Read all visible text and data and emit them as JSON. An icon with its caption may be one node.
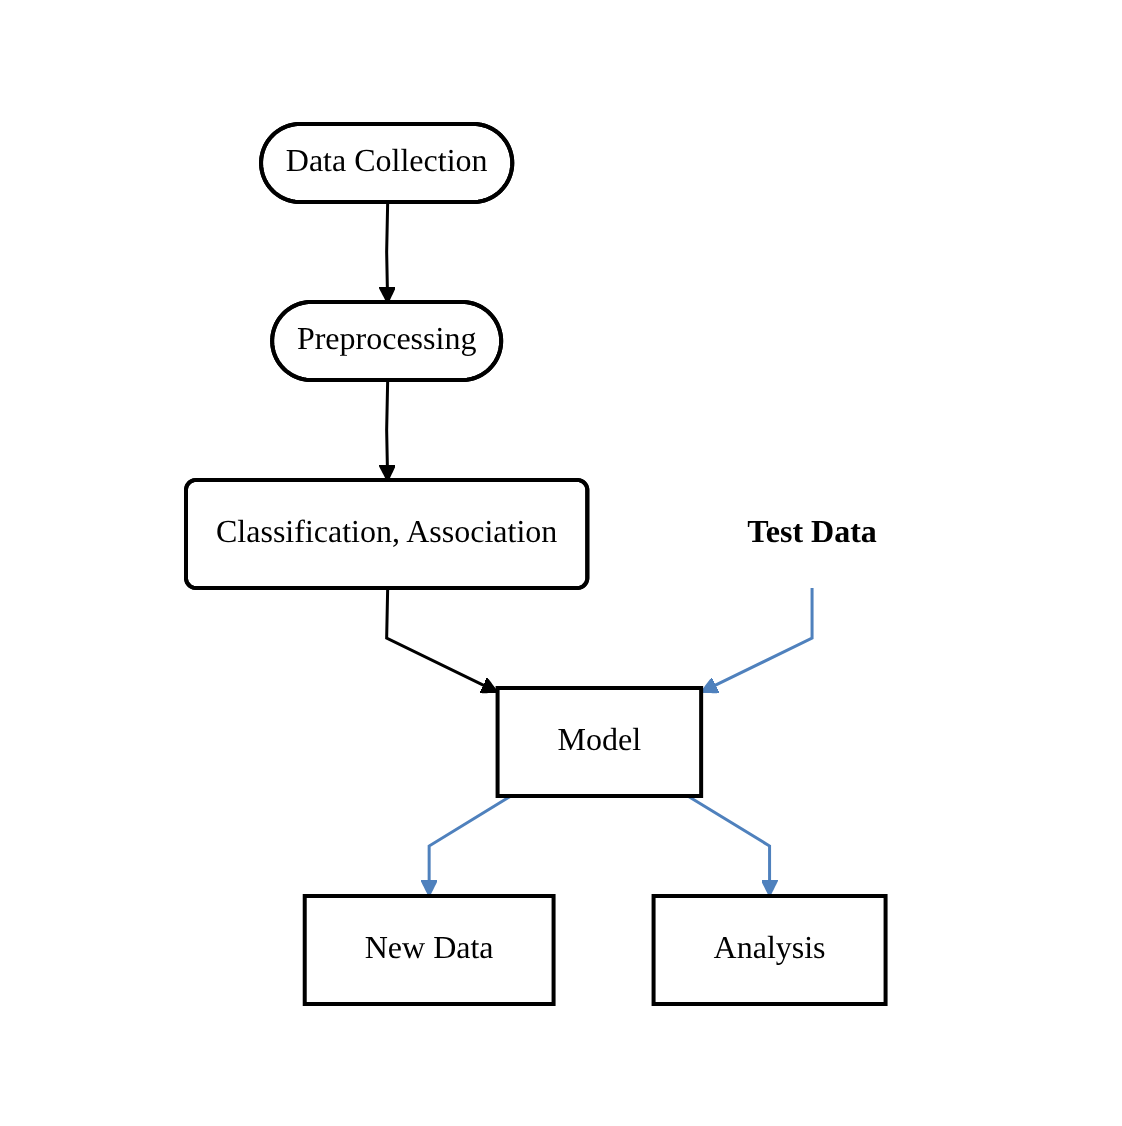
{
  "diagram": {
    "nodes": [
      {
        "text": [
          "Data Collection"
        ]
      },
      {
        "text": [
          "Preprocessing"
        ]
      },
      {
        "text": [
          "Classification, Association"
        ]
      },
      {
        "text": [
          "Test Data"
        ]
      },
      {
        "text": [
          "Model"
        ]
      },
      {
        "text": [
          "New Data"
        ]
      },
      {
        "text": [
          "Analysis"
        ]
      }
    ],
    "edges": [
      {
        "from": 0,
        "to": 1,
        "arrow": "to"
      },
      {
        "from": 1,
        "to": 2,
        "arrow": "to"
      },
      {
        "from": 2,
        "to": 4,
        "arrow": "to"
      },
      {
        "from": 3,
        "to": 4,
        "arrow": "to",
        "color": "#4f81bd"
      },
      {
        "from": 4,
        "to": 5,
        "arrow": "to",
        "color": "#4f81bd"
      },
      {
        "from": 4,
        "to": 6,
        "arrow": "to",
        "color": "#4f81bd"
      }
    ]
  }
}
